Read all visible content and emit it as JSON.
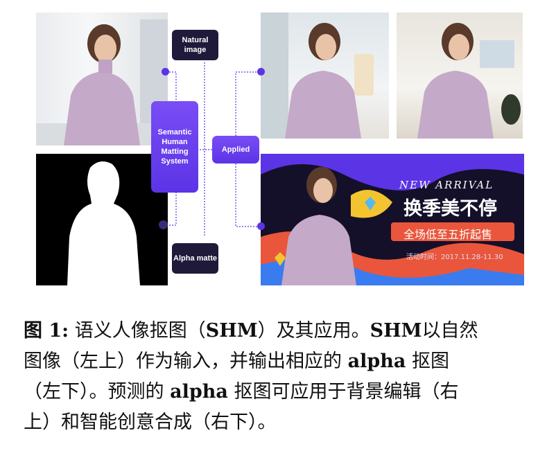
{
  "diagram": {
    "natural_image_label": "Natural image",
    "shm_label": "Semantic Human Matting System",
    "applied_label": "Applied",
    "alpha_matte_label": "Alpha matte"
  },
  "banner": {
    "new_arrival": "NEW ARRIVAL",
    "headline": "换季美不停",
    "promo": "全场低至五折起售",
    "date": "活动时间：2017.11.28-11.30"
  },
  "caption": {
    "fig_label": "图 1:",
    "lines": [
      [
        "语义人像抠图（",
        "SHM",
        "）及其应用。",
        "SHM",
        "以自然"
      ],
      [
        "图像（左上）作为输入，并输出相应的 ",
        "alpha",
        " 抠图"
      ],
      [
        "（左下）。预测的 ",
        "alpha",
        " 抠图可应用于背景编辑（右"
      ],
      [
        "上）和智能创意合成（右下）。"
      ]
    ]
  },
  "colors": {
    "accent": "#5b34e6",
    "dark_box": "#1f1a3a"
  }
}
